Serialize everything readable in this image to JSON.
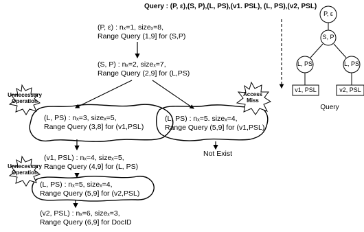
{
  "query_title": "Query : (P, ε),(S, P),(L, PS),(v1. PSL), (L, PS),(v2, PSL)",
  "steps": [
    {
      "line1": "(P, ε) : nₓ=1, sizeₓ=8,",
      "line2": "Range Query (1,9] for (S,P)"
    },
    {
      "line1": "(S, P) : nₓ=2, sizeₓ=7,",
      "line2": "Range Query (2,9] for (L,PS)"
    },
    {
      "line1": "(L, PS) : nₓ=3, sizeₓ=5,",
      "line2": "Range Query (3,8] for (v1,PSL)"
    },
    {
      "line1": "(L, PS) : nₓ=5. sizeₓ=4,",
      "line2": "Range Query (5,9] for (v1,PSL)"
    },
    {
      "line1": "(v1, PSL) : nₓ=4, sizeₓ=5,",
      "line2": "Range Query (4,9] for (L, PS)"
    },
    {
      "line1": "(L, PS) : nₓ=5, sizeₓ=4,",
      "line2": "Range Query (5,9] for (v2,PSL)"
    },
    {
      "line1": "(v2, PSL) : nₓ=6, sizeₓ=3,",
      "line2": "Range Query (6,9] for DocID"
    }
  ],
  "not_exist": "Not Exist",
  "bursts": {
    "unnecessary_1": [
      "Unnecessary",
      "Operation"
    ],
    "unnecessary_2": [
      "Unnecessary",
      "Operation"
    ],
    "access_miss": [
      "Access",
      "Miss"
    ]
  },
  "tree": {
    "root": "P, ε",
    "sp": "S, P",
    "lps_left": "L, PS",
    "lps_right": "L, PS",
    "v1": "v1, PSL",
    "v2": "v2, PSL",
    "caption": "Query"
  }
}
